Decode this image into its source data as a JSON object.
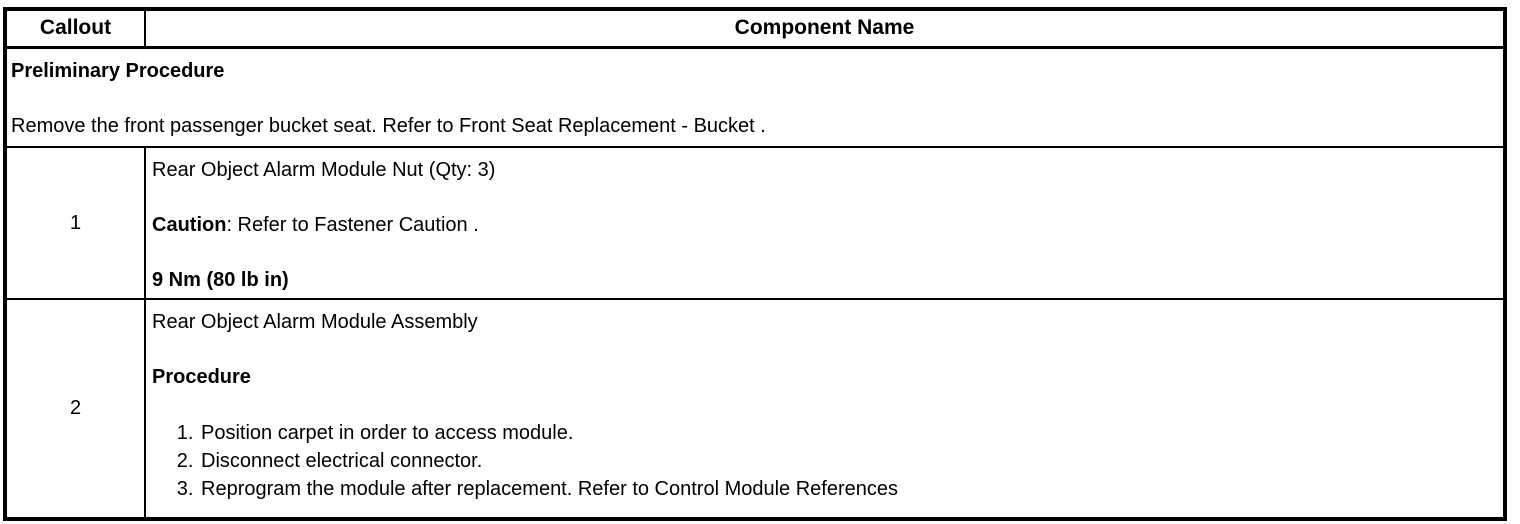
{
  "table": {
    "header": {
      "callout": "Callout",
      "component": "Component Name"
    },
    "preliminary": {
      "title": "Preliminary Procedure",
      "text": "Remove the front passenger bucket seat. Refer to Front Seat Replacement - Bucket ."
    },
    "rows": [
      {
        "callout": "1",
        "name": "Rear Object Alarm Module Nut (Qty: 3)",
        "caution_label": "Caution",
        "caution_text": ": Refer to Fastener Caution .",
        "torque": "9 Nm (80 lb in)"
      },
      {
        "callout": "2",
        "name": "Rear Object Alarm Module Assembly",
        "procedure_label": "Procedure",
        "steps": [
          "Position carpet in order to access module.",
          "Disconnect electrical connector.",
          "Reprogram the module after replacement. Refer to Control Module References"
        ]
      }
    ],
    "colors": {
      "border": "#000000",
      "text": "#000000",
      "background": "#ffffff"
    }
  }
}
